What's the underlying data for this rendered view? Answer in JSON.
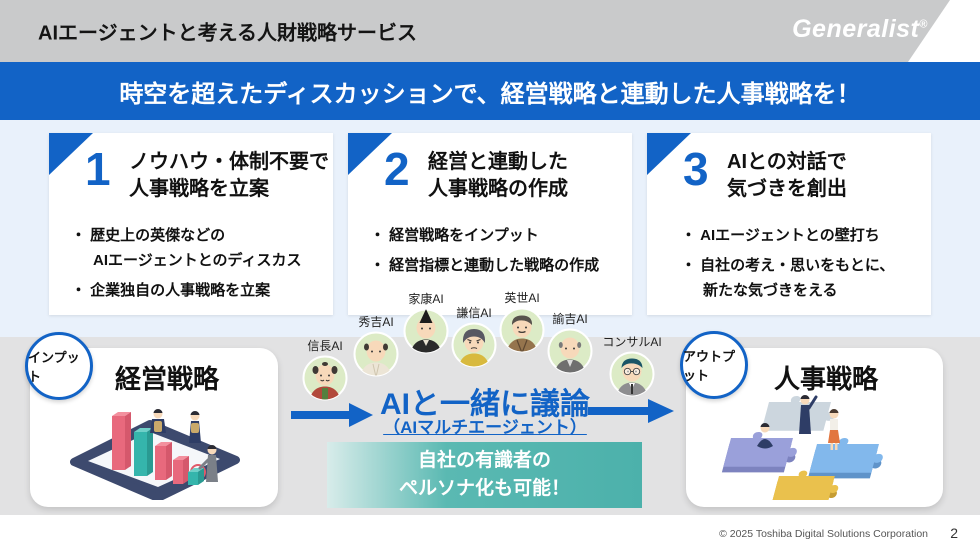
{
  "header": {
    "title": "AIエージェントと考える人財戦略サービス",
    "logo_text": "Generalist",
    "logo_mark": "®"
  },
  "banner": {
    "text": "時空を超えたディスカッションで、経営戦略と連動した人事戦略を！"
  },
  "features": [
    {
      "number": "1",
      "title": "ノウハウ・体制不要で\n人事戦略を立案",
      "bullets": [
        "歴史上の英傑などの\nAIエージェントとのディスカス",
        "企業独自の人事戦略を立案"
      ]
    },
    {
      "number": "2",
      "title": "経営と連動した\n人事戦略の作成",
      "bullets": [
        "経営戦略をインプット",
        "経営指標と連動した戦略の作成"
      ]
    },
    {
      "number": "3",
      "title": "AIとの対話で\n気づきを創出",
      "bullets": [
        "AIエージェントとの壁打ち",
        "自社の考え・思いをもとに、\n新たな気づきをえる"
      ]
    }
  ],
  "flow": {
    "input_badge": "インプット",
    "input_title": "経営戦略",
    "output_badge": "アウトプット",
    "output_title": "人事戦略",
    "discussion_title": "AIと一緒に議論",
    "discussion_subtitle": "（AIマルチエージェント）",
    "persona_note": "自社の有識者の\nペルソナ化も可能！",
    "agents": [
      {
        "label": "信長AI",
        "persona": "nobunaga"
      },
      {
        "label": "秀吉AI",
        "persona": "hideyoshi"
      },
      {
        "label": "家康AI",
        "persona": "ieyasu"
      },
      {
        "label": "謙信AI",
        "persona": "kenshin"
      },
      {
        "label": "英世AI",
        "persona": "hideyo"
      },
      {
        "label": "諭吉AI",
        "persona": "yukichi"
      },
      {
        "label": "コンサルAI",
        "persona": "consul"
      }
    ]
  },
  "footer": {
    "copyright": "© 2025 Toshiba Digital Solutions Corporation",
    "page": "2"
  },
  "colors": {
    "accent_blue": "#1263c6",
    "teal": "#4cb1ab",
    "header_gray": "#c9cacb",
    "band_gray": "#e2e2e3",
    "features_bg": "#e9f1fb",
    "avatar_bg": "#dcebc6"
  }
}
